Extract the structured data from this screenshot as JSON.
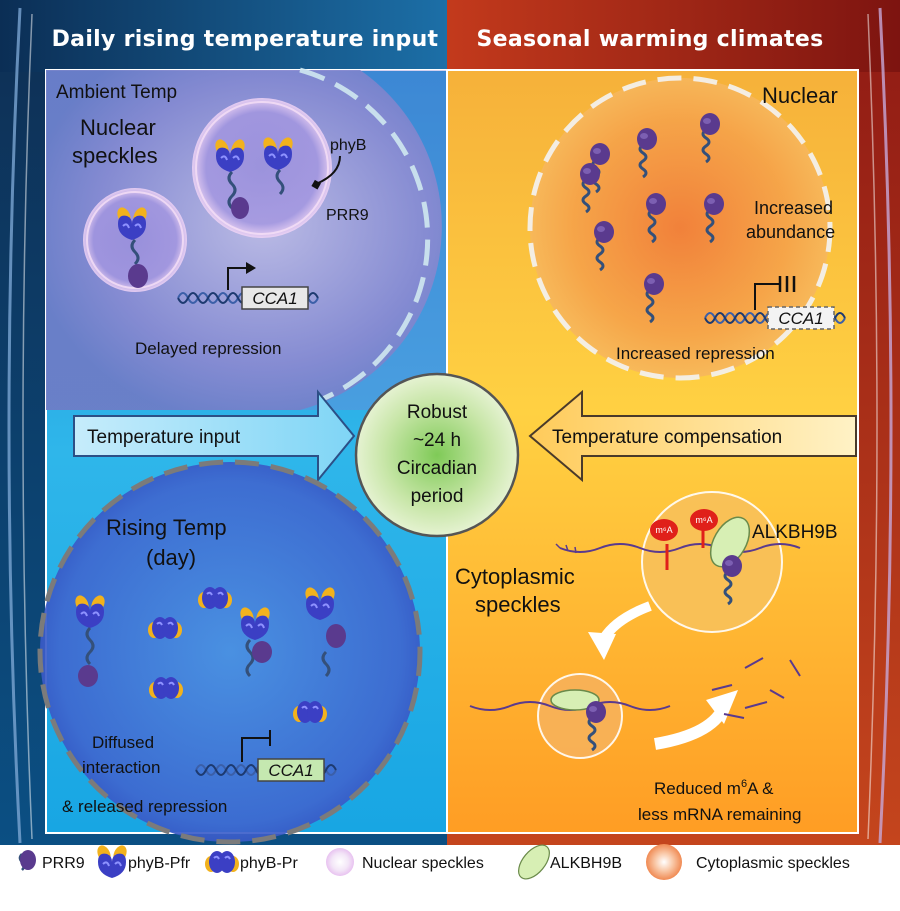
{
  "header": {
    "left_title": "Daily rising temperature input",
    "right_title": "Seasonal warming climates"
  },
  "top_left": {
    "corner_label": "Ambient Temp",
    "speckle_label_line1": "Nuclear",
    "speckle_label_line2": "speckles",
    "phyb_label": "phyB",
    "prr9_label": "PRR9",
    "gene_label": "CCA1",
    "caption": "Delayed repression"
  },
  "top_right": {
    "corner_label": "Nuclear",
    "abundance_line1": "Increased",
    "abundance_line2": "abundance",
    "gene_label": "CCA1",
    "caption": "Increased repression"
  },
  "center": {
    "left_arrow_label": "Temperature input",
    "right_arrow_label": "Temperature compensation",
    "circle_line1": "Robust",
    "circle_line2": "~24 h",
    "circle_line3": "Circadian",
    "circle_line4": "period"
  },
  "bottom_left": {
    "title_line1": "Rising Temp",
    "title_line2": "(day)",
    "caption_line1": "Diffused",
    "caption_line2": "interaction",
    "caption_line3": "& released repression",
    "gene_label": "CCA1"
  },
  "bottom_right": {
    "m6a_left": "m⁶A",
    "m6a_right": "m⁶A",
    "enzyme_label": "ALKBH9B",
    "speckle_line1": "Cytoplasmic",
    "speckle_line2": "speckles",
    "caption_line1_a": "Reduced m",
    "caption_line1_sup": "6",
    "caption_line1_b": "A &",
    "caption_line2": "less mRNA remaining"
  },
  "legend": {
    "items": [
      "PRR9",
      "phyB-Pfr",
      "phyB-Pr",
      "Nuclear speckles",
      "ALKBH9B",
      "Cytoplasmic speckles"
    ]
  },
  "colors": {
    "left_header": "#0e3a66",
    "right_header": "#9e2416",
    "prr9": "#5a3a8e",
    "phyb_body": "#3b3fc4",
    "phyb_cap": "#f2b21d",
    "m6a": "#e0201a",
    "alkbh9b": "#d7efb4",
    "ring": "#c7c7c7"
  }
}
